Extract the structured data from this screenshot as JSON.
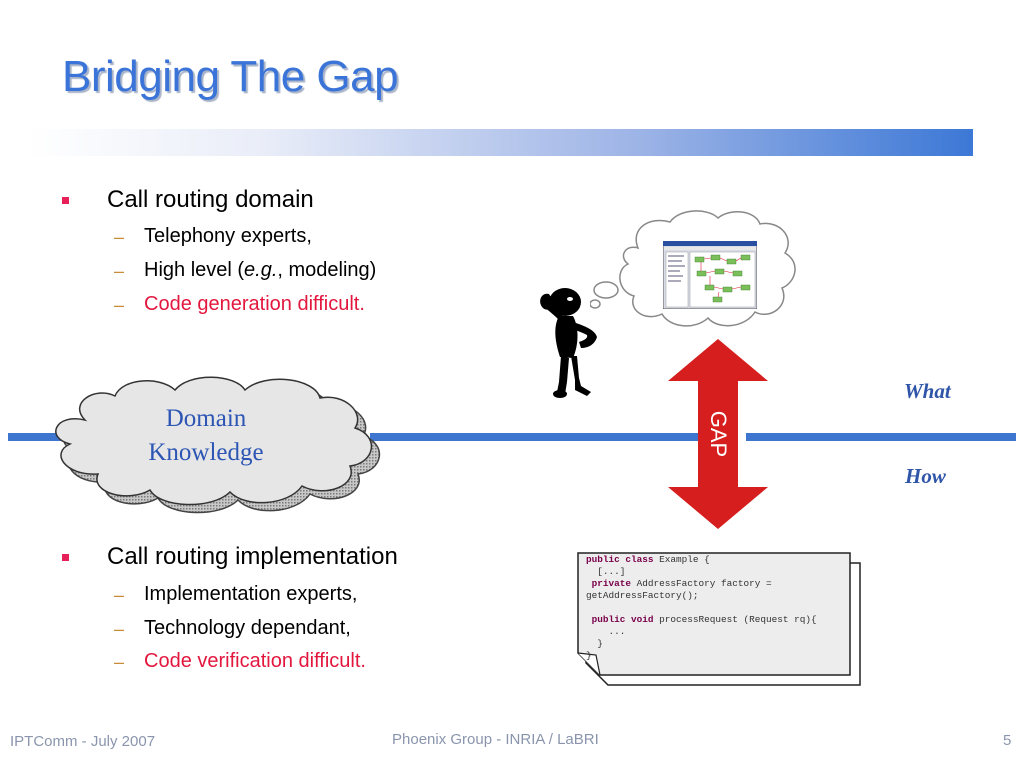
{
  "slide": {
    "title": "Bridging The Gap",
    "section1": {
      "heading": "Call routing domain",
      "items": [
        {
          "text": "Telephony experts,"
        },
        {
          "pre": "High level (",
          "ital": "e.g.",
          "post": ", modeling)"
        },
        {
          "text": "Code generation difficult."
        }
      ]
    },
    "section2": {
      "heading": "Call routing implementation",
      "items": [
        {
          "text": "Implementation experts,"
        },
        {
          "text": "Technology dependant,"
        },
        {
          "text": "Code verification difficult."
        }
      ]
    },
    "cloud_text": {
      "line1": "Domain",
      "line2": "Knowledge"
    },
    "gap_label": "GAP",
    "what_label": "What",
    "how_label": "How",
    "code_snippet": {
      "l1_kw": "public class",
      "l1_rest": " Example {",
      "l2": "  [...]",
      "l3_kw": "private",
      "l3_rest": " AddressFactory factory =",
      "l4": "getAddressFactory();",
      "l5_kw": "public void",
      "l5_rest": " processRequest (Request rq){",
      "l6": "    ...",
      "l7": "  }",
      "l8": "}"
    },
    "footer": {
      "left": "IPTComm - July 2007",
      "center": "Phoenix Group  - INRIA / LaBRI",
      "page": "5"
    }
  },
  "colors": {
    "title": "#3b74d8",
    "accent_red": "#e3173e",
    "bullet": "#e8205a",
    "gap_arrow": "#d61e1e",
    "divider": "#3d75cf"
  }
}
